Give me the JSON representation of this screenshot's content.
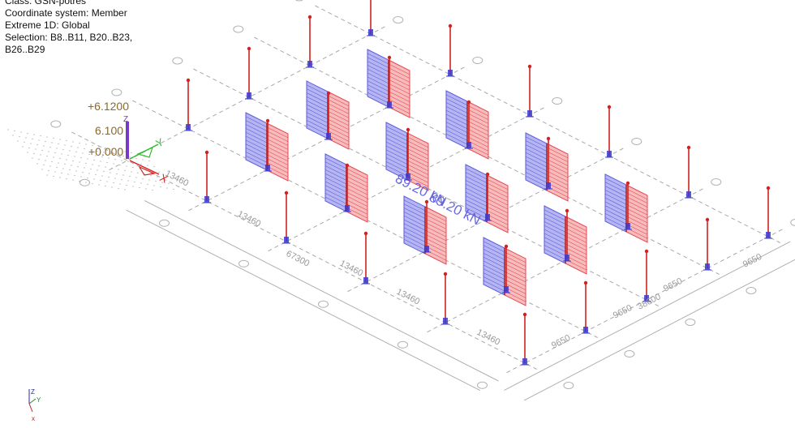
{
  "info": {
    "class_line": "Class: GSN-potres",
    "coord_line": "Coordinate system: Member",
    "extreme_line": "Extreme 1D: Global",
    "selection_line1": "Selection: B8..B11, B20..B23,",
    "selection_line2": "B26..B29"
  },
  "levels": {
    "top_overlap": "+6.1200",
    "mid": "6.100",
    "base": "+0.000"
  },
  "force_labels": {
    "left": "89.20 kN",
    "right": "89.20 kN"
  },
  "dimensions": {
    "x_spacing_a": "13460",
    "x_spacing_b": "13460",
    "x_spacing_c": "13460",
    "x_spacing_d": "13460",
    "x_total": "67300",
    "y_spacing_a": "9650",
    "y_spacing_b": "9650",
    "y_spacing_c": "9650",
    "y_total": "38600",
    "side_top": "9650"
  },
  "axes": {
    "x": "X",
    "y": "Y",
    "z": "Z"
  },
  "mini_axes": {
    "x": "x",
    "y": "Y",
    "z": "Z"
  },
  "colors": {
    "positive": "#e8454f",
    "negative": "#5a5adf",
    "column": "#d42020",
    "grid": "#9a9a9a"
  }
}
